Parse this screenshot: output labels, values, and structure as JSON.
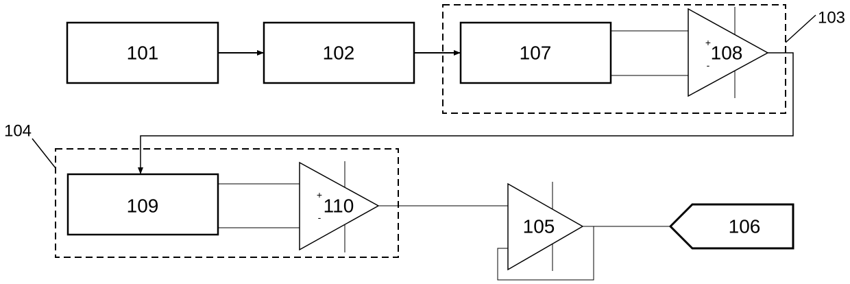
{
  "blocks": {
    "b101": "101",
    "b102": "102",
    "b107": "107",
    "b109": "109",
    "b106": "106"
  },
  "amplifiers": {
    "a108": {
      "label": "108",
      "plus": "+",
      "minus": "-"
    },
    "a110": {
      "label": "110",
      "plus": "+",
      "minus": "-"
    },
    "a105": {
      "label": "105"
    }
  },
  "groups": {
    "g103": "103",
    "g104": "104"
  }
}
